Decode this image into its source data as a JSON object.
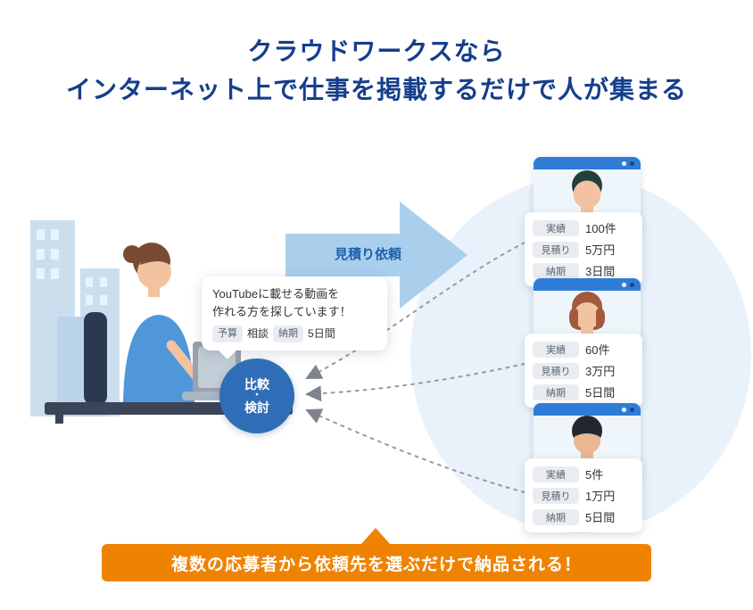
{
  "title": {
    "line1": "クラウドワークスなら",
    "line2": "インターネット上で仕事を掲載するだけで人が集まる"
  },
  "arrow_label": "見積り依頼",
  "speech_bubble": {
    "line1": "YouTubeに載せる動画を",
    "line2": "作れる方を探しています！",
    "tags": [
      {
        "label": "予算",
        "value": "相談"
      },
      {
        "label": "納期",
        "value": "5日間"
      }
    ]
  },
  "compare_circle": {
    "line1": "比較",
    "dot": "・",
    "line2": "検討"
  },
  "freelancers": [
    {
      "rows": [
        {
          "label": "実績",
          "value": "100件"
        },
        {
          "label": "見積り",
          "value": "5万円"
        },
        {
          "label": "納期",
          "value": "3日間"
        }
      ]
    },
    {
      "rows": [
        {
          "label": "実績",
          "value": "60件"
        },
        {
          "label": "見積り",
          "value": "3万円"
        },
        {
          "label": "納期",
          "value": "5日間"
        }
      ]
    },
    {
      "rows": [
        {
          "label": "実績",
          "value": "5件"
        },
        {
          "label": "見積り",
          "value": "1万円"
        },
        {
          "label": "納期",
          "value": "5日間"
        }
      ]
    }
  ],
  "bottom_banner": "複数の応募者から依頼先を選ぶだけで納品される！",
  "colors": {
    "title_blue": "#153e8c",
    "arrow_blue": "#a9cfec",
    "arrow_label_blue": "#1c5fa8",
    "compare_circle_blue": "#2f6eb6",
    "browser_bar_blue": "#2e7cd6",
    "banner_orange": "#ef8301",
    "background_circle_blue": "#e9f2fb"
  }
}
